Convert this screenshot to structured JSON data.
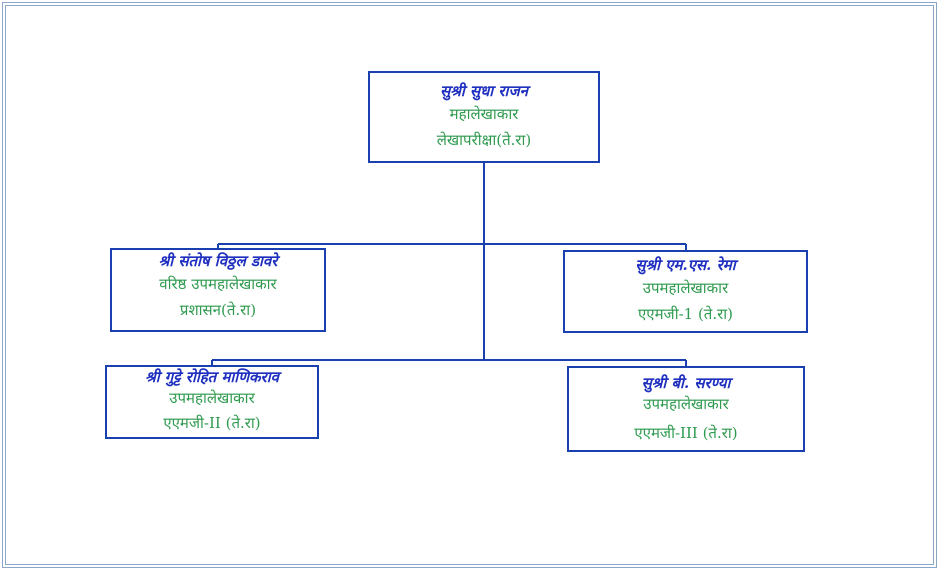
{
  "chart": {
    "root": {
      "name": "सुश्री सुधा राजन",
      "designation": "महालेखाकार",
      "office": "लेखापरीक्षा(ते.रा)"
    },
    "left_top": {
      "name": "श्री संतोष विठ्ठल डावरे",
      "designation": "वरिष्ठ उपमहालेखाकार",
      "office": "प्रशासन(ते.रा)"
    },
    "right_top": {
      "name": "सुश्री एम.एस. रेमा",
      "designation": "उपमहालेखाकार",
      "office": "एएमजी-1 (ते.रा)"
    },
    "left_bottom": {
      "name": "श्री गुट्टे रोहित माणिकराव",
      "designation": "उपमहालेखाकार",
      "office": "एएमजी-II (ते.रा)"
    },
    "right_bottom": {
      "name": "सुश्री बी. सरण्या",
      "designation": "उपमहालेखाकार",
      "office": "एएमजी-III (ते.रा)"
    }
  },
  "colors": {
    "border": "#1a3fae",
    "name_text": "#1f2fbf",
    "detail_text": "#2e9a4e",
    "frame": "#8aa6c8"
  }
}
